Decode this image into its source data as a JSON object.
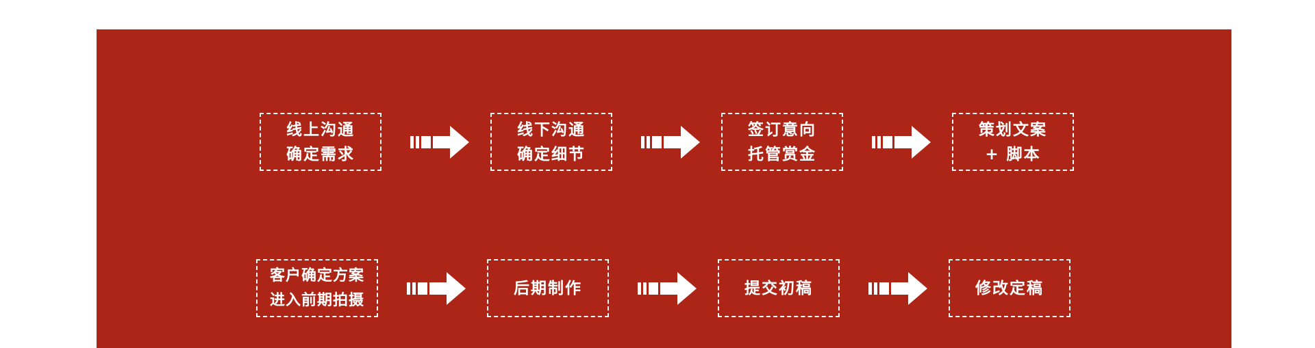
{
  "flow": {
    "row1": [
      {
        "line1": "线上沟通",
        "line2": "确定需求"
      },
      {
        "line1": "线下沟通",
        "line2": "确定细节"
      },
      {
        "line1": "签订意向",
        "line2": "托管赏金"
      },
      {
        "line1": "策划文案",
        "line2": "+ 脚本"
      }
    ],
    "row2": [
      {
        "line1": "客户确定方案",
        "line2": "进入前期拍摄"
      },
      {
        "line1": "后期制作",
        "line2": ""
      },
      {
        "line1": "提交初稿",
        "line2": ""
      },
      {
        "line1": "修改定稿",
        "line2": ""
      }
    ]
  },
  "colors": {
    "background": "#ad2516",
    "foreground": "#ffffff"
  },
  "icons": {
    "connector": "dashed-right-arrow-icon"
  }
}
